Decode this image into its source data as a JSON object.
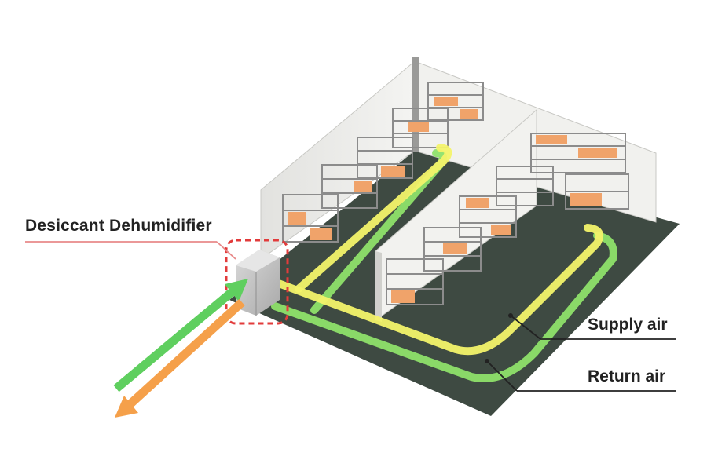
{
  "labels": {
    "dehumidifier": "Desiccant Dehumidifier",
    "supply_air": "Supply air",
    "return_air": "Return air"
  },
  "colors": {
    "supply_air": "#f3f36a",
    "return_air": "#8ee06a",
    "outside_air_in": "#5fcf5f",
    "exhaust_air": "#f5a04a",
    "floor": "#3e4a42",
    "wall": "#ececea",
    "highlight_box": "#e23b3b",
    "callout_underline": "#e88a8a"
  },
  "icons": {
    "dehumidifier": "dehumidifier-unit-icon",
    "shelf": "storage-rack-icon"
  }
}
